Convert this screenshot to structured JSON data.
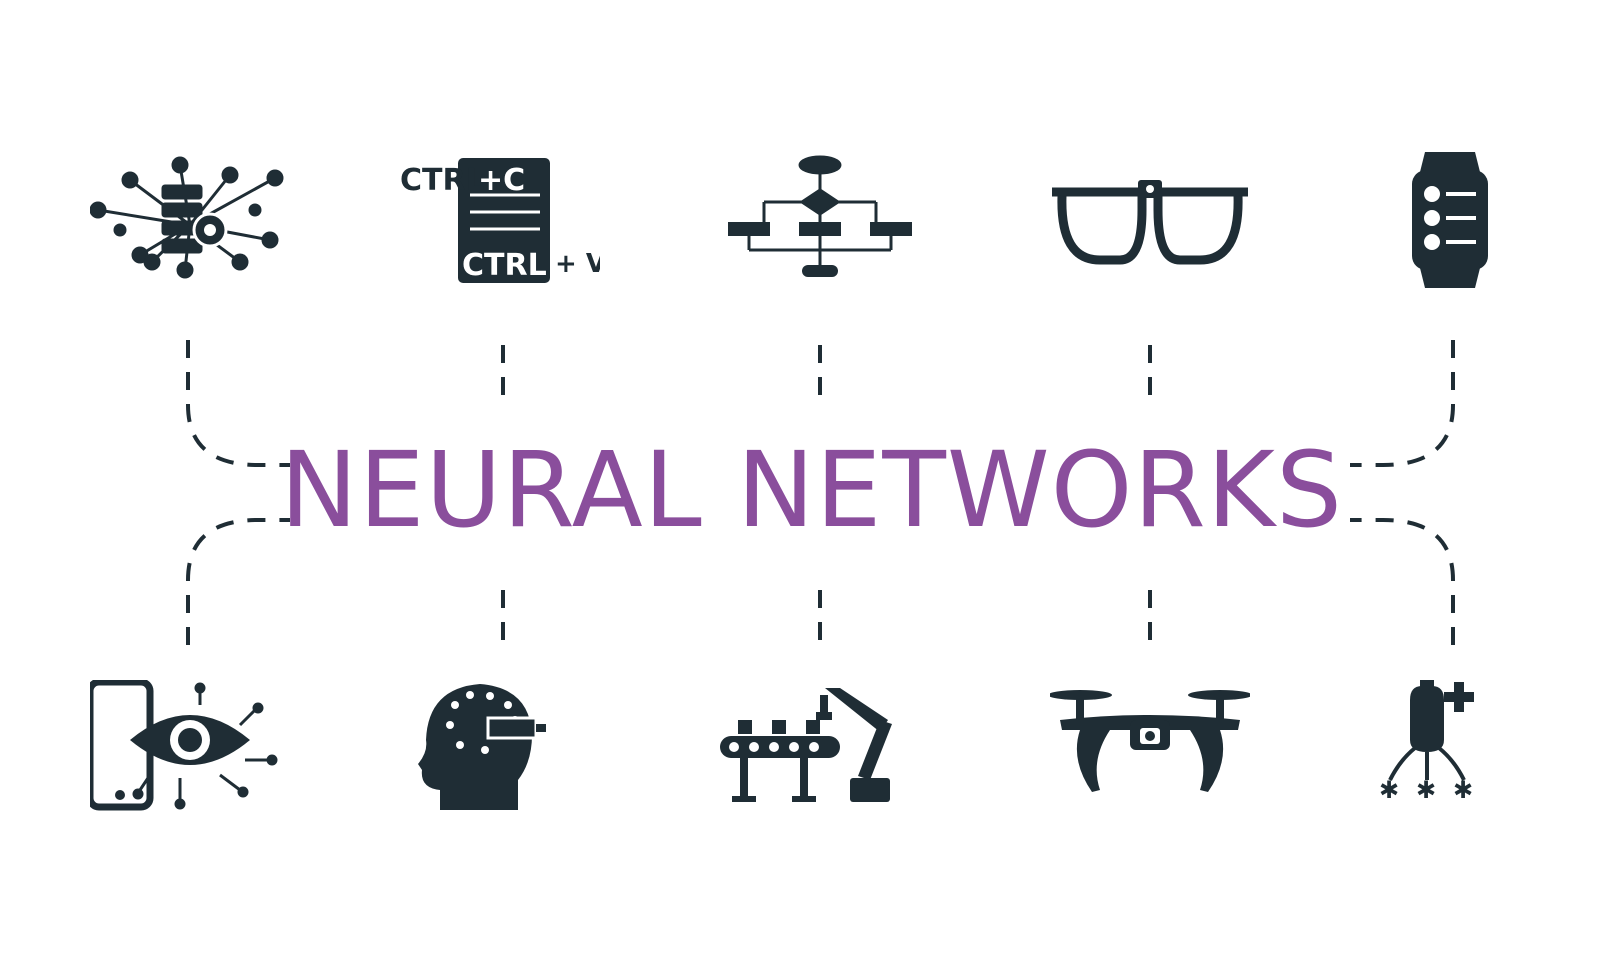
{
  "title": "NEURAL NETWORKS",
  "colors": {
    "title": "#8a4e9c",
    "icon": "#1f2d35",
    "background": "#ffffff"
  },
  "icons_top": [
    {
      "name": "data-network-gear-icon"
    },
    {
      "name": "copy-paste-document-icon",
      "labels": [
        "CTRL",
        "+C",
        "CTRL",
        "+ V"
      ]
    },
    {
      "name": "flowchart-icon"
    },
    {
      "name": "smart-glasses-icon"
    },
    {
      "name": "smartwatch-icon"
    }
  ],
  "icons_bottom": [
    {
      "name": "mobile-eye-recognition-icon"
    },
    {
      "name": "brain-circuit-head-icon"
    },
    {
      "name": "robot-arm-conveyor-icon"
    },
    {
      "name": "drone-icon"
    },
    {
      "name": "medical-nanobot-icon"
    }
  ]
}
